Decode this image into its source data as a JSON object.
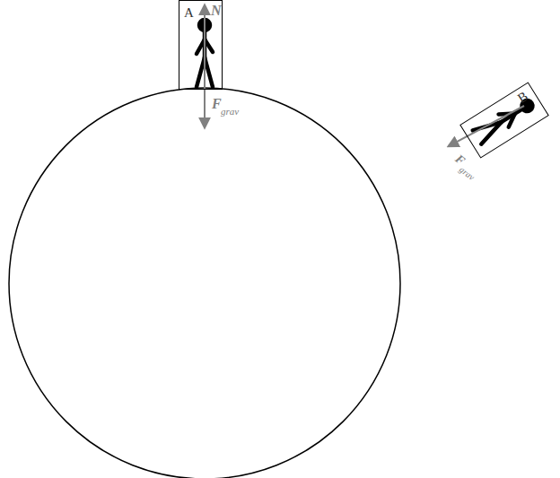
{
  "diagram": {
    "nodes": [
      {
        "text": [
          "A"
        ]
      },
      {
        "text": [
          "B"
        ]
      }
    ],
    "labels": [
      "N",
      "F",
      "grav",
      "F",
      "grav"
    ]
  }
}
